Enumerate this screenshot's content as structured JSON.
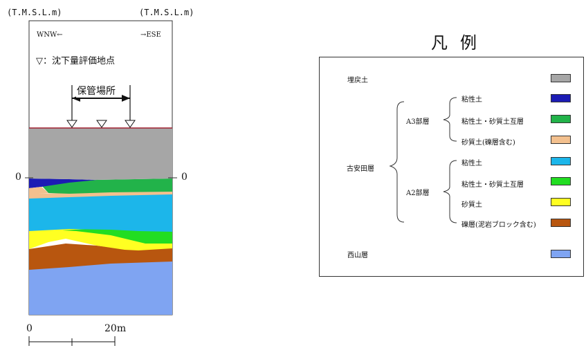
{
  "section": {
    "elev_label_left": "(T.M.S.L.m)",
    "elev_label_right": "(T.M.S.L.m)",
    "dir_left": "WNW←",
    "dir_right": "→ESE",
    "marker_legend": "▽：沈下量評価地点",
    "storage_label": "保管場所",
    "zero_left": "0",
    "zero_right": "0",
    "scale_start": "0",
    "scale_end": "20m"
  },
  "legend": {
    "title": "凡例",
    "items": {
      "fill": {
        "label": "埋戻土",
        "color": "#a6a6a6"
      },
      "a3_clay": {
        "label": "粘性土",
        "color": "#1c1cb4"
      },
      "a3_inter": {
        "label": "粘性土・砂質土互層",
        "color": "#22b34a"
      },
      "a3_sand": {
        "label": "砂質土(礫層含む)",
        "color": "#f3c08e"
      },
      "a2_clay": {
        "label": "粘性土",
        "color": "#1cb6ea"
      },
      "a2_inter": {
        "label": "粘性土・砂質土互層",
        "color": "#22dd22"
      },
      "a2_sand": {
        "label": "砂質土",
        "color": "#ffff22"
      },
      "a2_gravel": {
        "label": "礫層(泥岩ブロック含む)",
        "color": "#b8560f"
      },
      "nishiyama": {
        "label": "西山層",
        "color": "#7fa4f2"
      }
    },
    "group_furuyasuda": "古安田層",
    "group_a3": "A3部層",
    "group_a2": "A2部層"
  }
}
